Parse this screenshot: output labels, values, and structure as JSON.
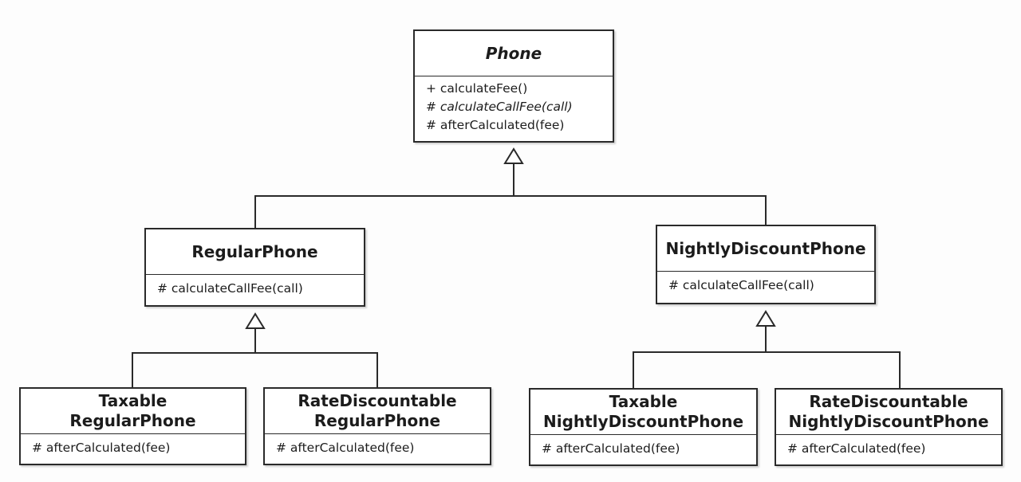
{
  "diagram": {
    "classes": {
      "phone": {
        "name": "Phone",
        "abstract": true,
        "operations": [
          {
            "text": "+ calculateFee()",
            "abstract": false
          },
          {
            "text": "# calculateCallFee(call)",
            "abstract": true
          },
          {
            "text": "# afterCalculated(fee)",
            "abstract": false
          }
        ]
      },
      "regular": {
        "name": "RegularPhone",
        "operations": [
          {
            "text": "# calculateCallFee(call)"
          }
        ]
      },
      "nightly": {
        "name": "NightlyDiscountPhone",
        "operations": [
          {
            "text": "# calculateCallFee(call)"
          }
        ]
      },
      "taxable_regular": {
        "name_lines": [
          "Taxable",
          "RegularPhone"
        ],
        "operations": [
          {
            "text": "# afterCalculated(fee)"
          }
        ]
      },
      "ratediscountable_regular": {
        "name_lines": [
          "RateDiscountable",
          "RegularPhone"
        ],
        "operations": [
          {
            "text": "# afterCalculated(fee)"
          }
        ]
      },
      "taxable_nightly": {
        "name_lines": [
          "Taxable",
          "NightlyDiscountPhone"
        ],
        "operations": [
          {
            "text": "# afterCalculated(fee)"
          }
        ]
      },
      "ratediscountable_nightly": {
        "name_lines": [
          "RateDiscountable",
          "NightlyDiscountPhone"
        ],
        "operations": [
          {
            "text": "# afterCalculated(fee)"
          }
        ]
      }
    },
    "relations": [
      {
        "type": "generalization",
        "parent": "Phone",
        "children": [
          "RegularPhone",
          "NightlyDiscountPhone"
        ]
      },
      {
        "type": "generalization",
        "parent": "RegularPhone",
        "children": [
          "Taxable RegularPhone",
          "RateDiscountable RegularPhone"
        ]
      },
      {
        "type": "generalization",
        "parent": "NightlyDiscountPhone",
        "children": [
          "Taxable NightlyDiscountPhone",
          "RateDiscountable NightlyDiscountPhone"
        ]
      }
    ]
  }
}
